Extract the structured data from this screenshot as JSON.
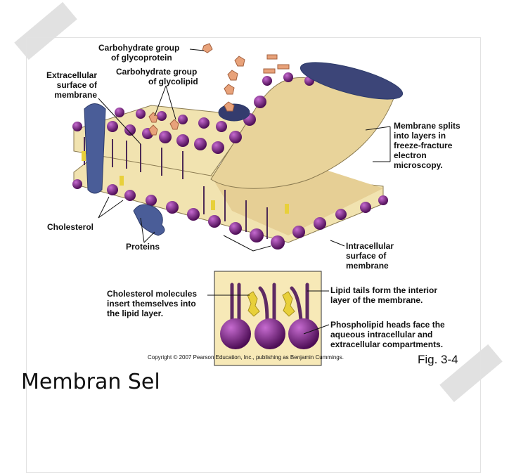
{
  "labels": {
    "glycoprotein_line1": "Carbohydrate group",
    "glycoprotein_line2": "of glycoprotein",
    "glycolipid_line1": "Carbohydrate group",
    "glycolipid_line2": "of glycolipid",
    "extracellular": "Extracellular surface of membrane",
    "membrane_splits": "Membrane splits into layers in freeze-fracture electron microscopy.",
    "cholesterol": "Cholesterol",
    "proteins": "Proteins",
    "intracellular": "Intracellular surface of membrane",
    "cholesterol_molecules": "Cholesterol molecules insert themselves into the lipid layer.",
    "lipid_tails": "Lipid tails form the interior layer of the membrane.",
    "phospholipid_heads": "Phospholipid heads face the aqueous intracellular and extracellular compartments."
  },
  "copyright": "Copyright © 2007 Pearson Education, Inc., publishing as Benjamin Cummings.",
  "figure_number": "Fig. 3-4",
  "slide_title": "Membran Sel",
  "colors": {
    "head": "#7a1f7f",
    "membrane": "#f1e3b0",
    "protein": "#4a5d98",
    "carbohydrate": "#e8a27a",
    "cholesterol": "#e8d03a"
  }
}
